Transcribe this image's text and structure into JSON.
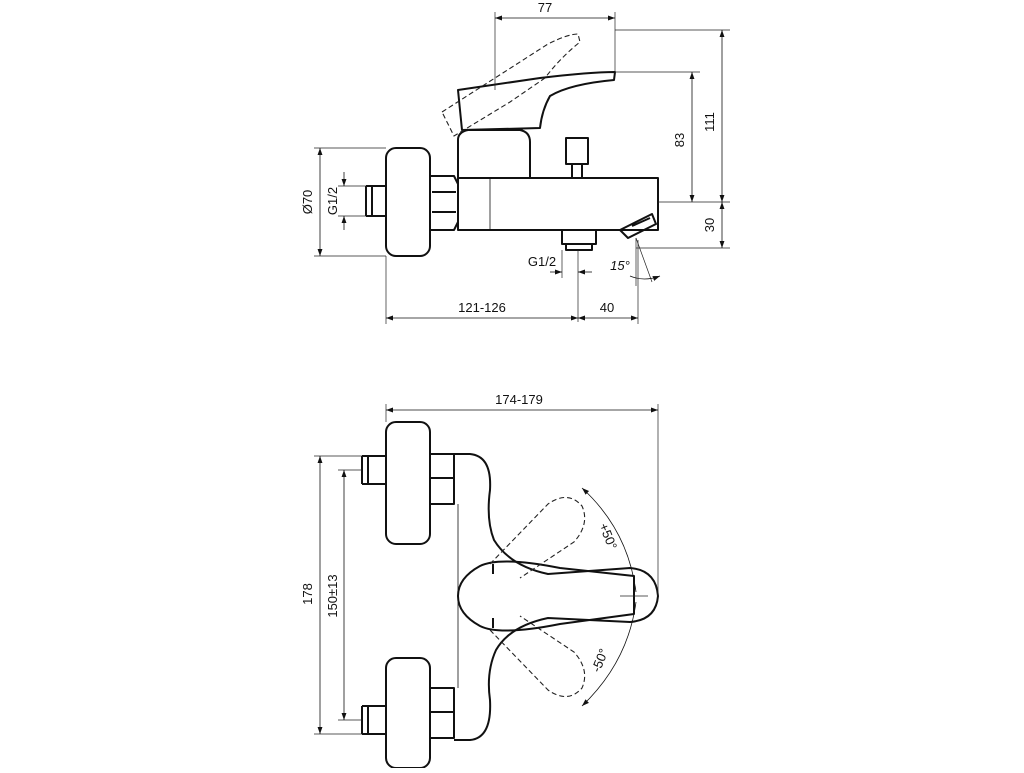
{
  "side_view": {
    "dim_spout_reach_handle": "77",
    "dim_total_height": "111",
    "dim_handle_height": "83",
    "dim_outlet_height": "30",
    "dim_flange_diameter": "Ø70",
    "dim_inlet_thread": "G1/2",
    "dim_outlet_thread": "G1/2",
    "dim_outlet_angle": "15°",
    "dim_wall_depth": "121-126",
    "dim_outlet_offset": "40"
  },
  "front_view": {
    "dim_overall_width": "174-179",
    "dim_overall_height": "178",
    "dim_inlet_spacing": "150±13",
    "dim_rotation_up": "+50°",
    "dim_rotation_down": "-50°"
  }
}
